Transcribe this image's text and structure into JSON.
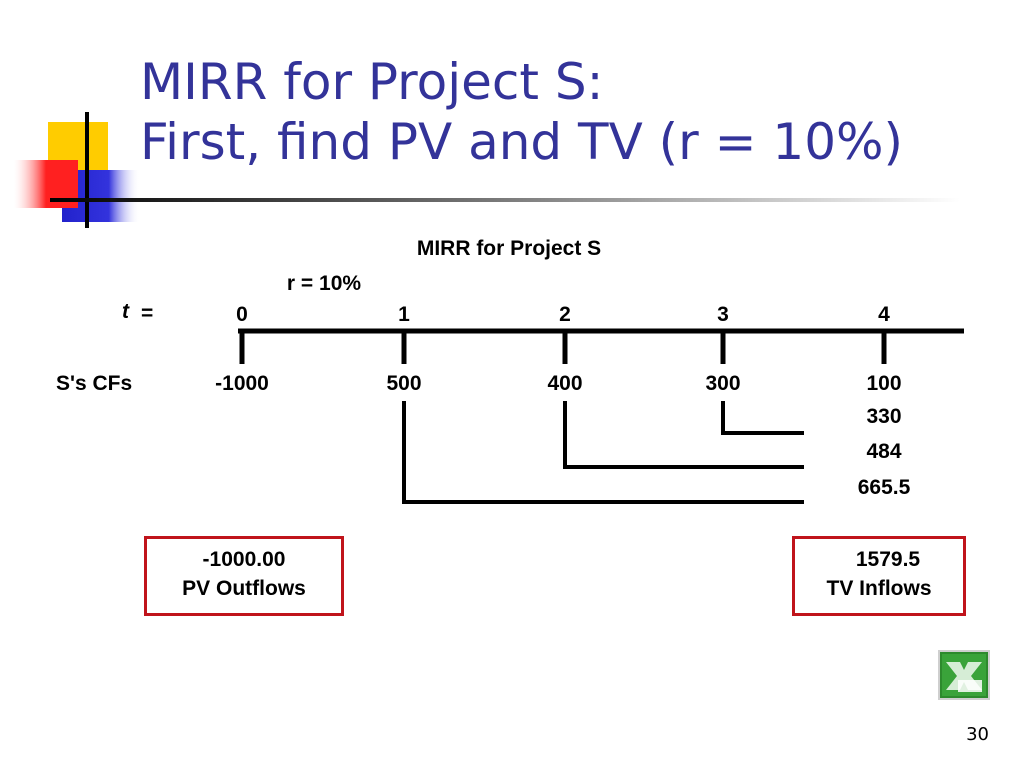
{
  "slide": {
    "title_line1": "MIRR for Project S:",
    "title_line2": "First, find PV and TV (r = 10%)",
    "page_number": "30"
  },
  "diagram": {
    "heading": "MIRR for Project S",
    "rate_label": "r = 10%",
    "t_label": "t",
    "t_equals": "=",
    "periods": [
      "0",
      "1",
      "2",
      "3",
      "4"
    ],
    "row_label": "S's CFs",
    "cash_flows": [
      "-1000",
      "500",
      "400",
      "300",
      "100"
    ],
    "compounded_values": [
      "330",
      "484",
      "665.5"
    ],
    "pv_box": {
      "value": "-1000.00",
      "label": "PV Outflows"
    },
    "tv_box": {
      "value": "1579.5",
      "label": "TV Inflows"
    }
  },
  "icons": {
    "excel": "excel-icon"
  },
  "colors": {
    "title": "#333399",
    "box_border": "#c0141b"
  }
}
